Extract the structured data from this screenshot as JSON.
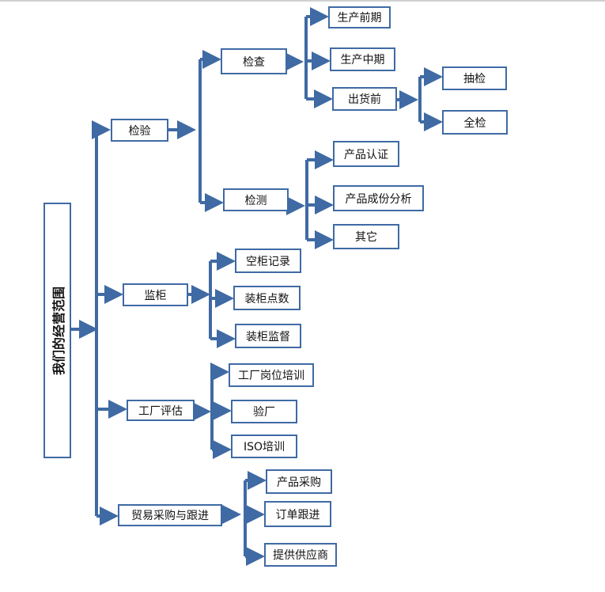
{
  "root": "我们的经营范围",
  "categories": {
    "inspection": {
      "label": "检验",
      "check": {
        "label": "检查",
        "items": {
          "early": "生产前期",
          "mid": "生产中期",
          "predelivery": {
            "label": "出货前",
            "items": {
              "sampling": "抽检",
              "full": "全检"
            }
          }
        }
      },
      "testing": {
        "label": "检测",
        "items": {
          "certification": "产品认证",
          "composition": "产品成份分析",
          "other": "其它"
        }
      }
    },
    "loading": {
      "label": "监柜",
      "items": {
        "empty": "空柜记录",
        "count": "装柜点数",
        "supervise": "装柜监督"
      }
    },
    "factory": {
      "label": "工厂评估",
      "items": {
        "training": "工厂岗位培训",
        "audit": "验厂",
        "iso": "ISO培训"
      }
    },
    "trade": {
      "label": "贸易采购与跟进",
      "items": {
        "purchase": "产品采购",
        "followup": "订单跟进",
        "supplier": "提供供应商"
      }
    }
  },
  "colors": {
    "line": "#3f6aa4",
    "border": "#3f6aa4"
  }
}
